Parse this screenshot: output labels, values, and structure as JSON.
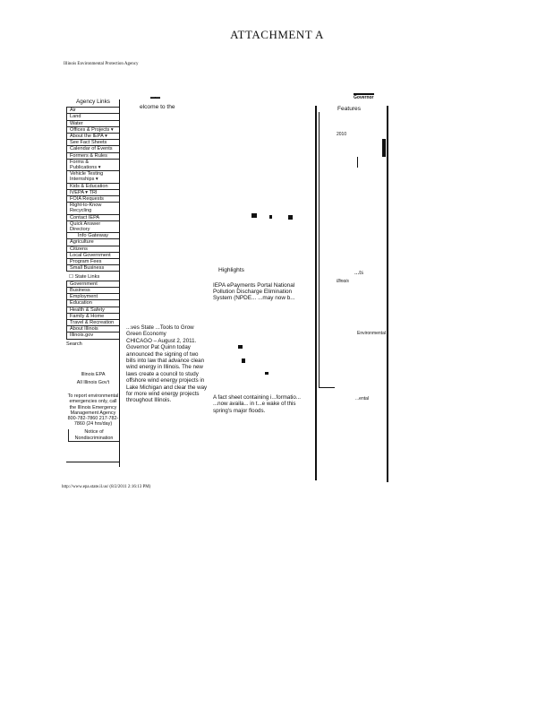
{
  "header": {
    "attachment_title": "ATTACHMENT A",
    "agency_name": "Illinois Environmental Protection Agency"
  },
  "nav": {
    "heading": "Agency Links",
    "items": [
      "Air",
      "Land",
      "Water",
      "Offices & Projects ▾",
      "About the IEPA ▾",
      "See Fact Sheets",
      "Calendar of Events",
      "Formers & Rules",
      "Forms &",
      "Publications ▾",
      "Vehicle Testing",
      "Internships ▾",
      "Kids & Education",
      "IVEPA ▾ TRI",
      "FOIA Requests",
      "Right-to-Know",
      "Recycling",
      "Contact IEPA",
      "Quick Answer",
      "Directory"
    ],
    "sub_heading": "Info Gateway",
    "sub_items": [
      "Agriculture",
      "Citizens",
      "Local Government",
      "Program Fees",
      "Small Business"
    ],
    "state_heading": "☐ State Links",
    "state_items": [
      "Government",
      "Business",
      "Employment",
      "Education",
      "Health & Safety",
      "Family & Home",
      "Travel & Recreation",
      "About Illinois",
      "Illinois.gov"
    ],
    "search_label": "Search",
    "footer_a": "Illinois EPA",
    "footer_b": "All Illinois Gov't",
    "emergency": "To report environmental emergencies only, call the Illinois Emergency Management Agency 800-782-7860 217-782-7860 (24 hrs/day)",
    "notice": "Notice of Nondiscrimination"
  },
  "center": {
    "top_mark": "▬▬",
    "welcome": "elcome to the",
    "highlights": "Highlights",
    "highlight_text": "IEPA ePayments Portal National Pollution Discharge Elimination System (NPDE... ...may now b...",
    "news_title": "...ves State ...Tools to Grow Green Economy",
    "news_body": "CHICAGO – August 2, 2011. Governor Pat Quinn today announced the signing of two bills into law that advance clean wind energy in Illinois. The new laws create a council to study offshore wind energy projects in Lake Michigan and clear the way for more wind energy projects throughout Illinois.",
    "fact_sheet": "A fact sheet containing i...formatio... ...now availa... in t...e wake of this spring's major floods."
  },
  "right": {
    "governor_label": "Governor",
    "features_label": "Features",
    "mark_a": "2010",
    "mark_b": "...ts",
    "mark_c": "Illinois",
    "mark_d": "Environmental",
    "mark_e": "...ental"
  },
  "footer": {
    "url": "http://www.epa.state.il.us/ (8/2/2011 2:16:13 PM)"
  }
}
